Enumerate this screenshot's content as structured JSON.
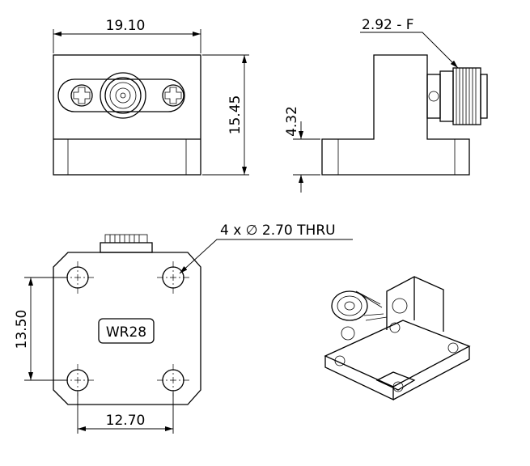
{
  "dimensions": {
    "width": "19.10",
    "height": "15.45",
    "flange_height": "4.32",
    "connector": "2.92 - F",
    "holes": "4 x ∅ 2.70 THRU",
    "hole_spacing_vertical": "13.50",
    "hole_spacing_horizontal": "12.70"
  },
  "part_label": "WR28"
}
